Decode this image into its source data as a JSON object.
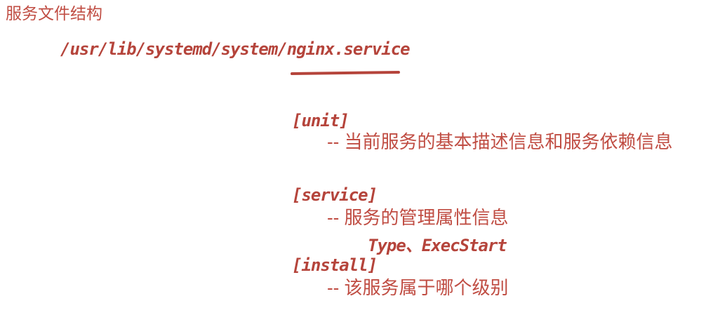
{
  "colors": {
    "ink_handwriting": "#b5443b",
    "ink_cjk": "#c04d43",
    "background": "#ffffff"
  },
  "title": "服务文件结构",
  "path": "/usr/lib/systemd/system/nginx.service",
  "path_underlined_word": "service",
  "sections": [
    {
      "header": "[unit]",
      "desc": "--  当前服务的基本描述信息和服务依赖信息",
      "extra": ""
    },
    {
      "header": "[service]",
      "desc": "--  服务的管理属性信息",
      "extra": "Type、ExecStart"
    },
    {
      "header": "[install]",
      "desc": "--  该服务属于哪个级别",
      "extra": ""
    }
  ]
}
